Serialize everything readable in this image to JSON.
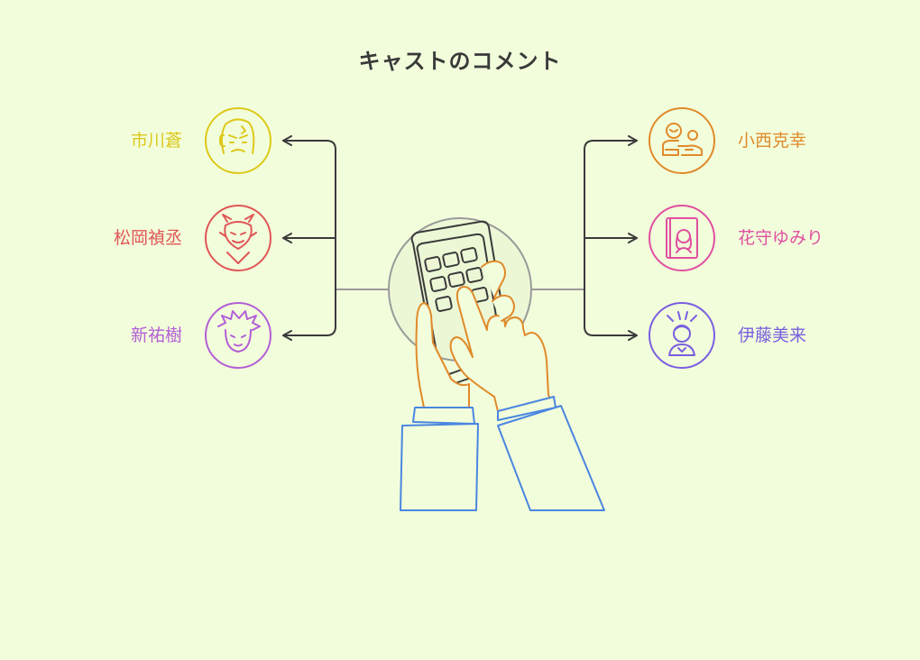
{
  "title": "キャストのコメント",
  "left_cast": [
    {
      "name": "市川蒼",
      "color": "#ddc81a",
      "icon": "frustrated-face-icon"
    },
    {
      "name": "松岡禎丞",
      "color": "#e05656",
      "icon": "devil-face-icon"
    },
    {
      "name": "新祐樹",
      "color": "#b35ed6",
      "icon": "spiky-hair-face-icon"
    }
  ],
  "right_cast": [
    {
      "name": "小西克幸",
      "color": "#e08a2a",
      "icon": "people-handshake-icon"
    },
    {
      "name": "花守ゆみり",
      "color": "#e04fa0",
      "icon": "book-portrait-icon"
    },
    {
      "name": "伊藤美来",
      "color": "#7a5ee0",
      "icon": "surprised-person-icon"
    }
  ],
  "center_icon": "hand-tapping-phone-icon",
  "colors": {
    "background": "#f2fedb",
    "connector": "#3a3a3a",
    "hand": "#e08a2a",
    "sleeve": "#4a86e0"
  }
}
